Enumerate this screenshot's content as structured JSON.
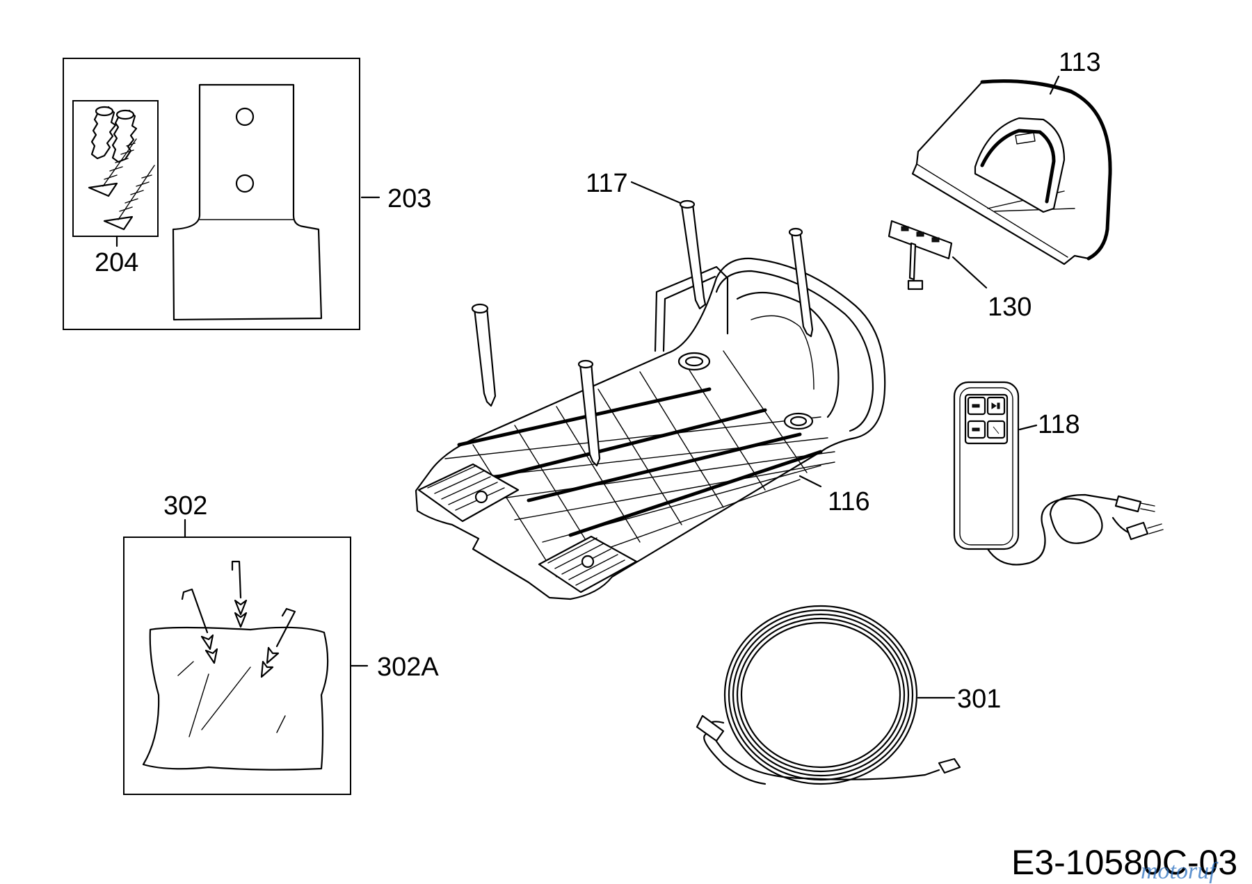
{
  "parts": {
    "p113": "113",
    "p117": "117",
    "p130": "130",
    "p118": "118",
    "p116": "116",
    "p203": "203",
    "p204": "204",
    "p302": "302",
    "p302a": "302A",
    "p301": "301"
  },
  "diagram_code": "E3-10580C-03",
  "watermark": {
    "text": "motoruf",
    "colors": [
      "#1f5fa8",
      "#3a8f3a",
      "#e07a1f",
      "#c43b3b"
    ]
  }
}
